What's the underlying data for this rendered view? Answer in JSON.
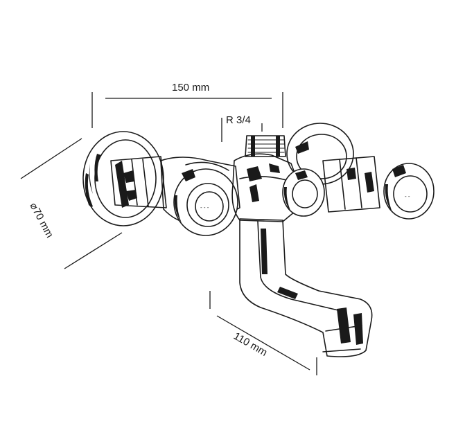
{
  "dimensions": {
    "width_label": "150 mm",
    "thread_label": "R 3/4",
    "diameter_label": "⌀70 mm",
    "spout_label": "110 mm"
  },
  "colors": {
    "line": "#1a1a1a",
    "background": "#ffffff"
  }
}
